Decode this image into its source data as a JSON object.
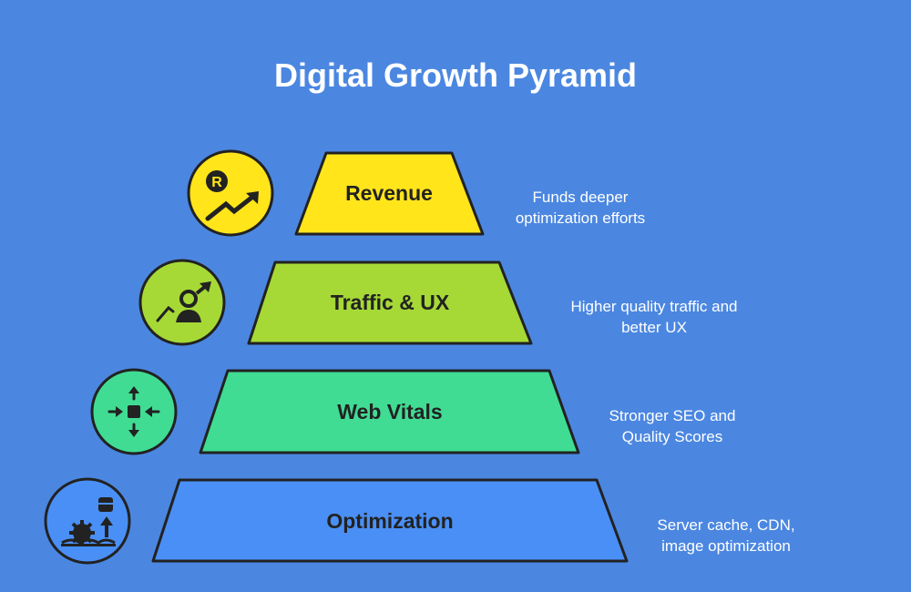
{
  "title": "Digital Growth Pyramid",
  "levels": [
    {
      "label": "Revenue",
      "description_lines": [
        "Funds deeper",
        "optimization efforts"
      ],
      "color": "#FFE51A",
      "icon": "revenue-growth-icon"
    },
    {
      "label": "Traffic & UX",
      "description_lines": [
        "Higher quality traffic and",
        "better UX"
      ],
      "color": "#A6D936",
      "icon": "user-traffic-growth-icon"
    },
    {
      "label": "Web Vitals",
      "description_lines": [
        "Stronger SEO and",
        "Quality Scores"
      ],
      "color": "#40DC94",
      "icon": "core-vitals-arrows-icon"
    },
    {
      "label": "Optimization",
      "description_lines": [
        "Server cache, CDN,",
        "image optimization"
      ],
      "color": "#4A8FF5",
      "icon": "server-optimization-icon"
    }
  ]
}
